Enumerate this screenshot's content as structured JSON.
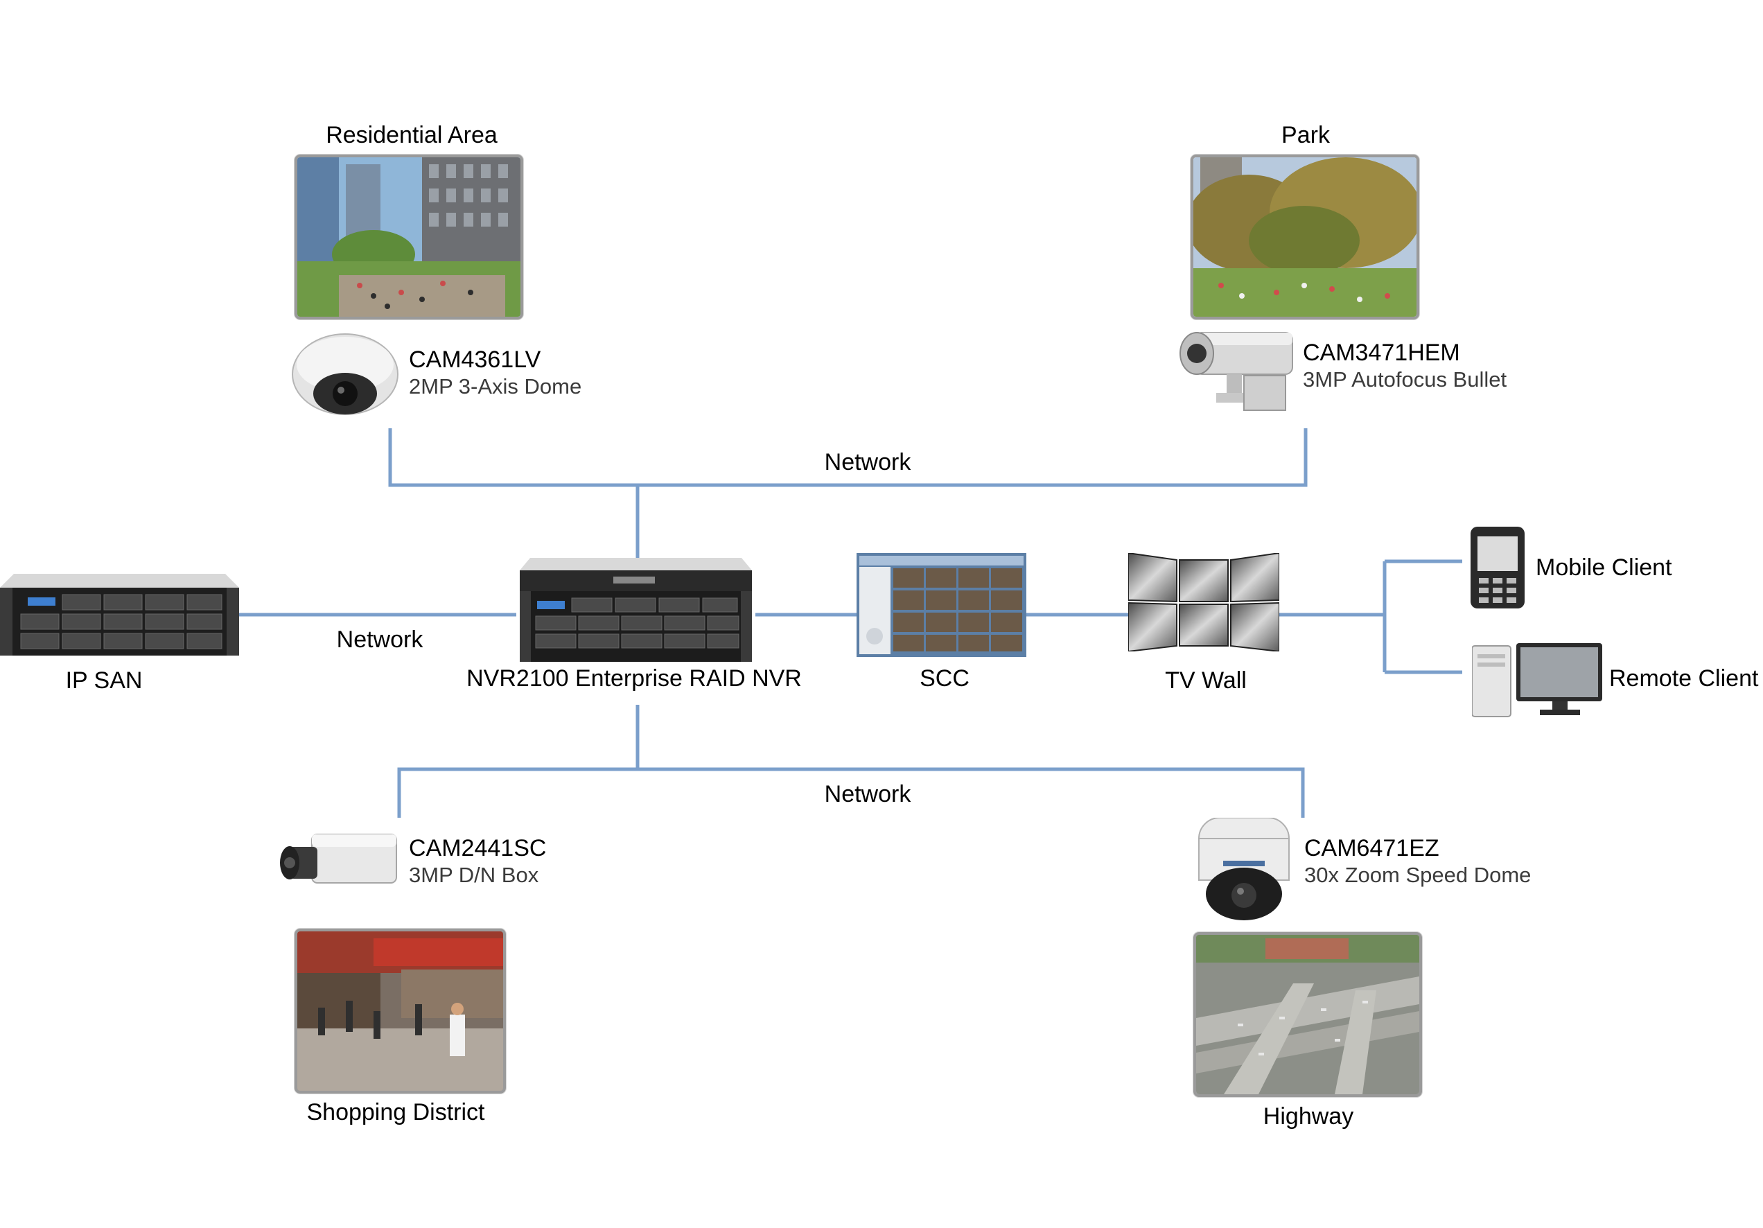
{
  "locations": {
    "residential": "Residential Area",
    "park": "Park",
    "shopping": "Shopping District",
    "highway": "Highway"
  },
  "cameras": {
    "cam_top_left": {
      "model": "CAM4361LV",
      "desc": "2MP 3-Axis Dome"
    },
    "cam_top_right": {
      "model": "CAM3471HEM",
      "desc": "3MP Autofocus Bullet"
    },
    "cam_bottom_left": {
      "model": "CAM2441SC",
      "desc": "3MP D/N Box"
    },
    "cam_bottom_right": {
      "model": "CAM6471EZ",
      "desc": "30x Zoom Speed Dome"
    }
  },
  "network": {
    "top": "Network",
    "middle": "Network",
    "bottom": "Network"
  },
  "devices": {
    "ip_san": "IP SAN",
    "nvr": "NVR2100 Enterprise RAID NVR",
    "scc": "SCC",
    "tv_wall": "TV Wall",
    "mobile_client": "Mobile Client",
    "remote_client": "Remote Client"
  },
  "colors": {
    "link": "#7b9fcb"
  }
}
